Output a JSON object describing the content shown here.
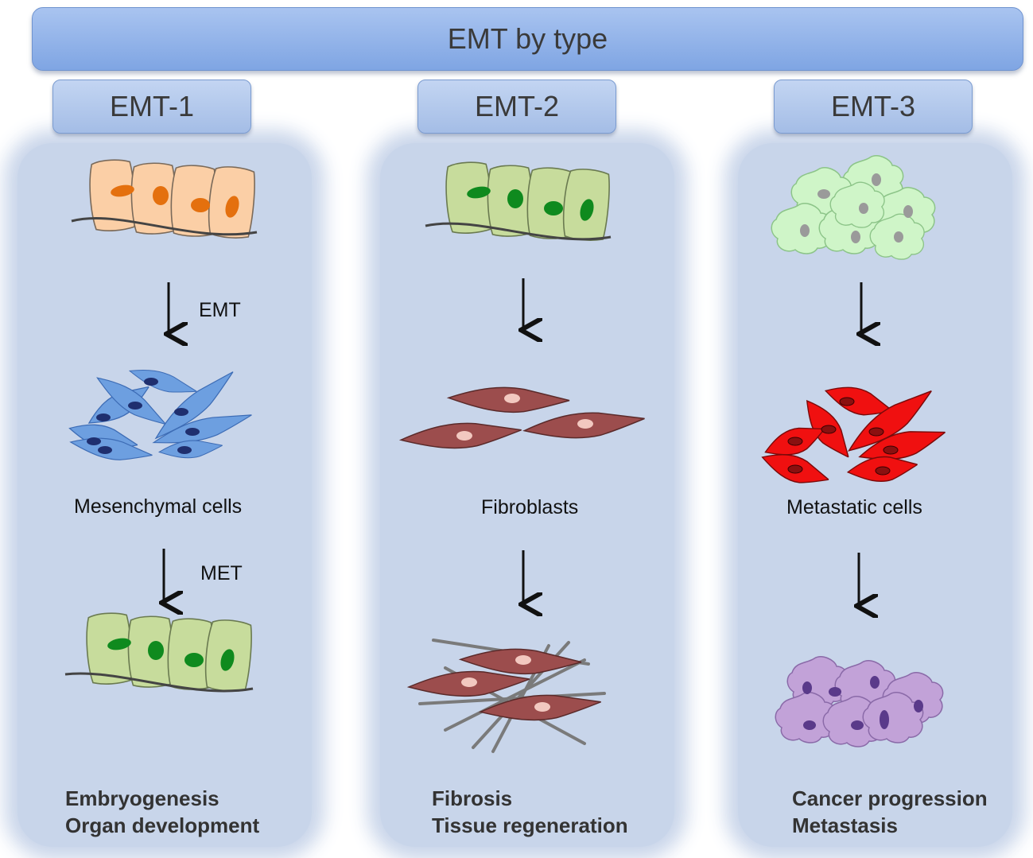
{
  "title": "EMT by type",
  "columns": [
    {
      "type_label": "EMT-1",
      "arrow1_label": "EMT",
      "middle_label": "Mesenchymal cells",
      "arrow2_label": "MET",
      "outcomes": [
        "Embryogenesis",
        "Organ development"
      ]
    },
    {
      "type_label": "EMT-2",
      "arrow1_label": "",
      "middle_label": "Fibroblasts",
      "arrow2_label": "",
      "outcomes": [
        "Fibrosis",
        "Tissue regeneration"
      ]
    },
    {
      "type_label": "EMT-3",
      "arrow1_label": "",
      "middle_label": "Metastatic cells",
      "arrow2_label": "",
      "outcomes": [
        "Cancer progression",
        "Metastasis"
      ]
    }
  ],
  "colors": {
    "epithelial_orange": "#fbcfa6",
    "nucleus_orange": "#e4700e",
    "epithelial_green": "#c7dc9c",
    "nucleus_green": "#0f8a1e",
    "mesenchymal_blue": "#6d9fe0",
    "fibroblast": "#9c4d4d",
    "metastatic_red": "#f01010",
    "tumor_green": "#cff5c8",
    "tumor_purple": "#c2a2d8"
  }
}
